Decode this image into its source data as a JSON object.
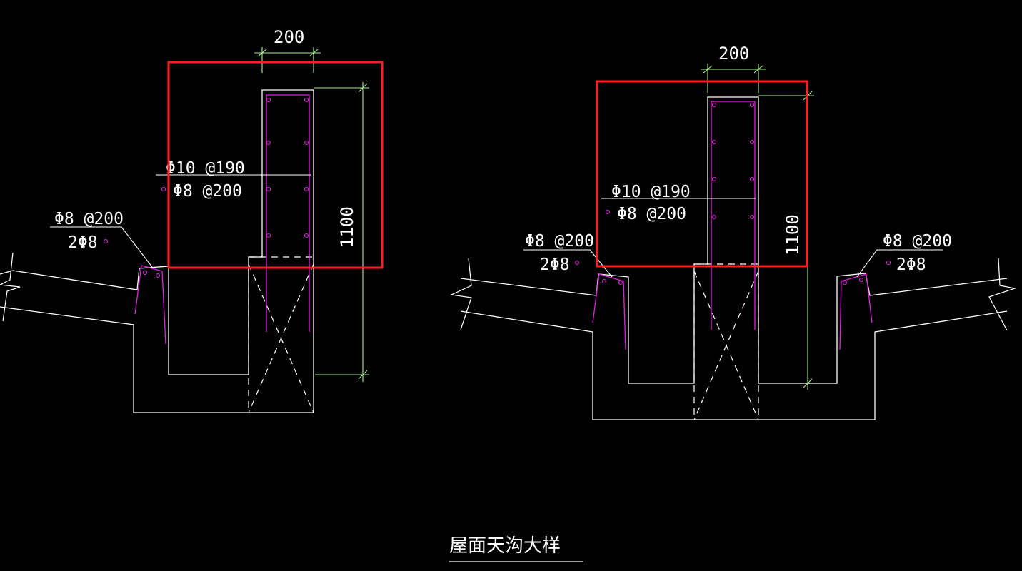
{
  "title": "屋面天沟大样",
  "colors": {
    "background": "#000000",
    "concrete_line": "#ffffff",
    "rebar": "#e020e0",
    "dimension": "#a8f08a",
    "highlight_box": "#ff1f1f"
  },
  "left_detail": {
    "width_dim": "200",
    "height_dim": "1100",
    "wall_rebar_vertical": "Φ10 @190",
    "wall_rebar_horizontal": "Φ8 @200",
    "gutter_rebar_stirrup": "Φ8 @200",
    "gutter_rebar_long": "2Φ8"
  },
  "right_detail": {
    "width_dim": "200",
    "height_dim": "1100",
    "wall_rebar_vertical": "Φ10 @190",
    "wall_rebar_horizontal": "Φ8 @200",
    "left_gutter_rebar_stirrup": "Φ8 @200",
    "left_gutter_rebar_long": "2Φ8",
    "right_gutter_rebar_stirrup": "Φ8 @200",
    "right_gutter_rebar_long": "2Φ8"
  }
}
